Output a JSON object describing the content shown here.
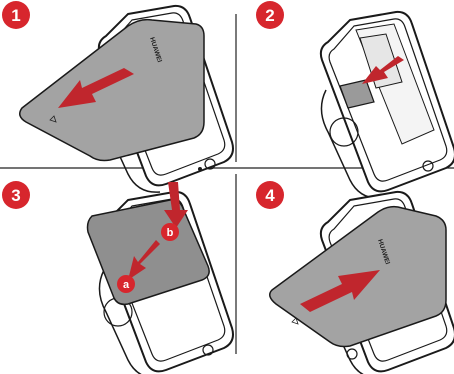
{
  "figure": {
    "steps": [
      {
        "number": "1",
        "brand": "HUAWEI"
      },
      {
        "number": "2"
      },
      {
        "number": "3",
        "sub_labels": [
          "a",
          "b"
        ]
      },
      {
        "number": "4",
        "brand": "HUAWEI"
      }
    ]
  },
  "colors": {
    "step_badge": "#d7262d",
    "arrow": "#c0262d",
    "cover": "#a3a3a3",
    "battery": "#8f8f8f",
    "phone_outline": "#1a1a1a",
    "divider": "#222222"
  }
}
